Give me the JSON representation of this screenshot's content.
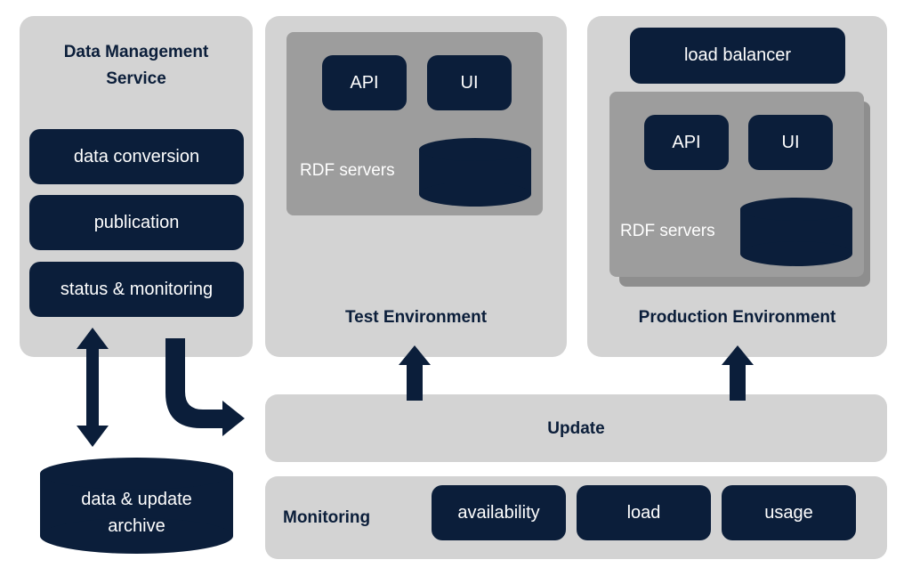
{
  "dms": {
    "title": "Data Management\nService",
    "items": [
      "data conversion",
      "publication",
      "status & monitoring"
    ]
  },
  "test_env": {
    "title": "Test Environment",
    "api": "API",
    "ui": "UI",
    "rdf": "RDF servers"
  },
  "prod_env": {
    "title": "Production Environment",
    "load_balancer": "load balancer",
    "api": "API",
    "ui": "UI",
    "rdf": "RDF servers"
  },
  "update": {
    "label": "Update"
  },
  "monitoring": {
    "title": "Monitoring",
    "items": [
      "availability",
      "load",
      "usage"
    ]
  },
  "archive": {
    "label": "data & update\narchive"
  },
  "colors": {
    "dark": "#0b1e3a",
    "panel": "#d3d3d3",
    "inner": "#9d9d9d"
  }
}
